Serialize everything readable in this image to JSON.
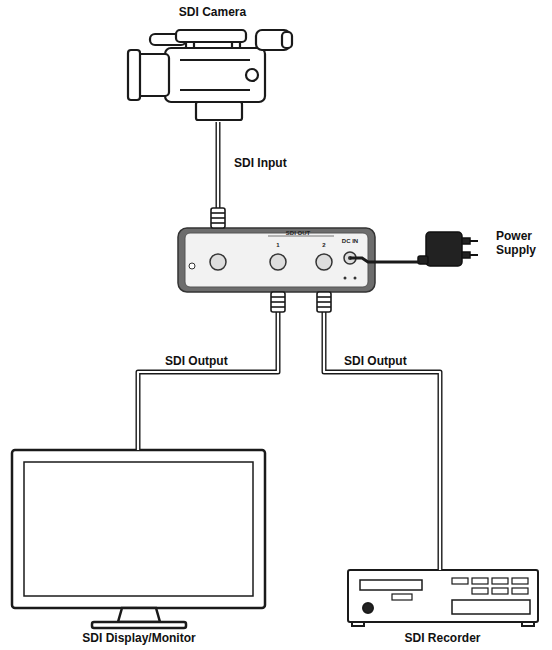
{
  "diagram": {
    "nodes": [
      {
        "text": [
          "SDI Camera"
        ]
      },
      {
        "text": [
          "SDI OUT",
          "1",
          "2",
          "DC IN"
        ]
      },
      {
        "text": [
          "Power Supply"
        ]
      },
      {
        "text": [
          "SDI Display/Monitor"
        ]
      },
      {
        "text": [
          "SDI Recorder"
        ]
      }
    ],
    "edges": [
      {
        "from": 0,
        "to": 1,
        "label": "SDI Input",
        "arrow": "none"
      },
      {
        "from": 1,
        "to": 3,
        "label": "SDI Output",
        "arrow": "none"
      },
      {
        "from": 1,
        "to": 4,
        "label": "SDI Output",
        "arrow": "none"
      },
      {
        "from": 1,
        "to": 2,
        "arrow": "none"
      }
    ]
  }
}
